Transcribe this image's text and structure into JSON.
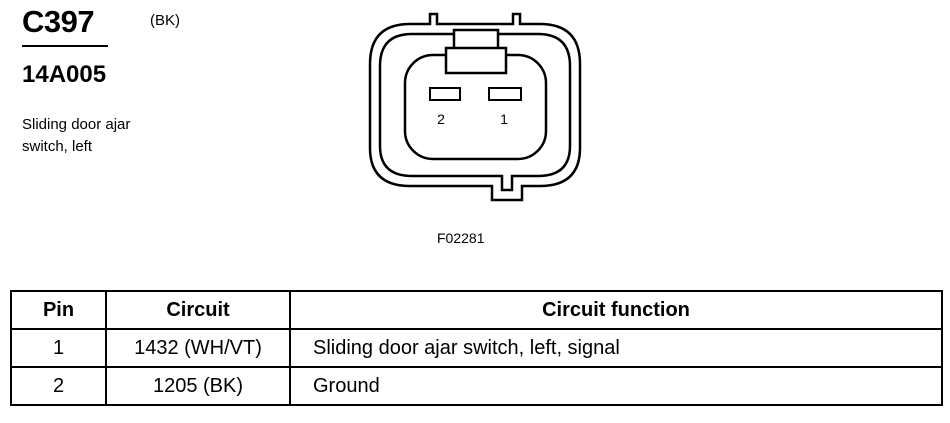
{
  "connector": {
    "id": "C397",
    "color": "(BK)",
    "part_number": "14A005",
    "description_line1": "Sliding door ajar",
    "description_line2": "switch, left",
    "figure_id": "F02281",
    "pin_labels": [
      "2",
      "1"
    ]
  },
  "table": {
    "headers": {
      "pin": "Pin",
      "circuit": "Circuit",
      "function": "Circuit function"
    },
    "rows": [
      {
        "pin": "1",
        "circuit": "1432 (WH/VT)",
        "function": "Sliding door ajar switch, left, signal"
      },
      {
        "pin": "2",
        "circuit": "1205 (BK)",
        "function": "Ground"
      }
    ]
  }
}
